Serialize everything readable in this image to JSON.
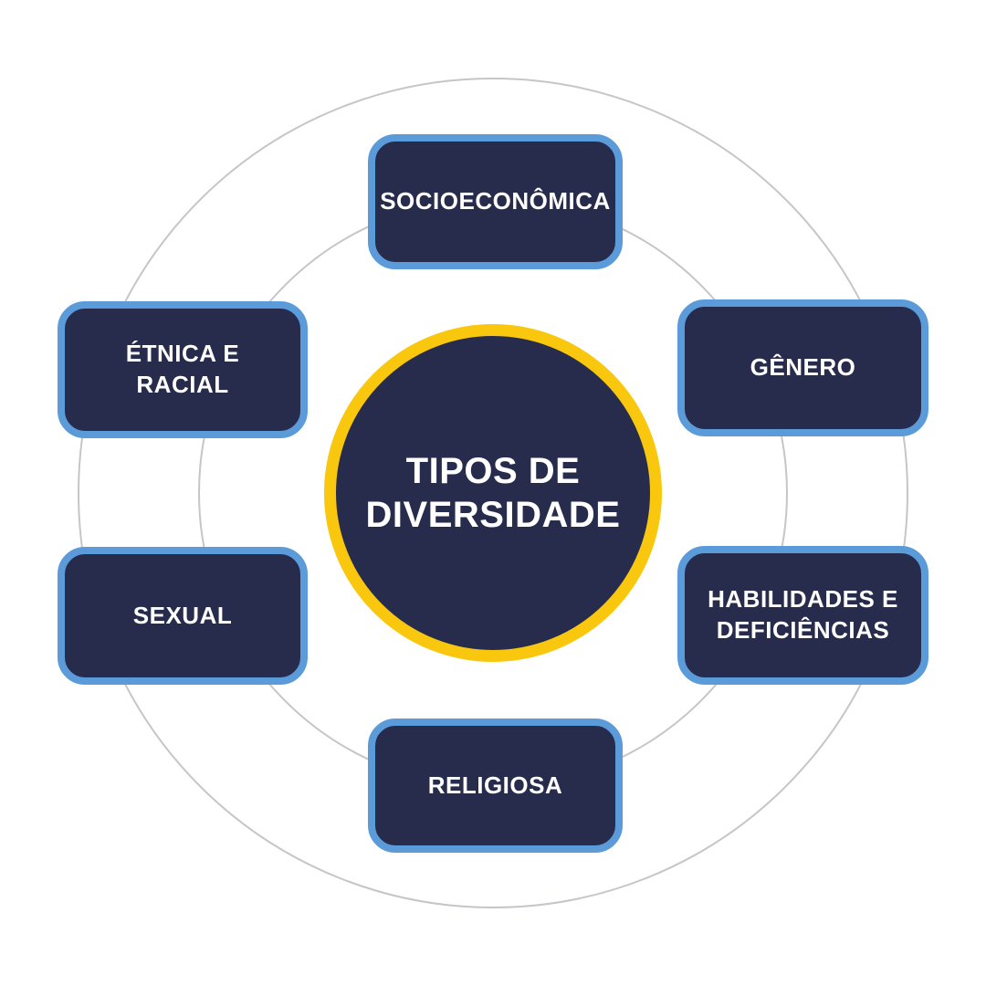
{
  "diagram": {
    "center": {
      "title": "TIPOS DE DIVERSIDADE",
      "title_lines": [
        "TIPOS DE",
        "DIVERSIDADE"
      ]
    },
    "items": [
      {
        "label": "SOCIOECONÔMICA",
        "position": "top"
      },
      {
        "label": "GÊNERO",
        "position": "right-top"
      },
      {
        "label": "HABILIDADES E DEFICIÊNCIAS",
        "position": "right-bottom"
      },
      {
        "label": "RELIGIOSA",
        "position": "bottom"
      },
      {
        "label": "SEXUAL",
        "position": "left-bottom"
      },
      {
        "label": "ÉTNICA E RACIAL",
        "position": "left-top"
      }
    ],
    "colors": {
      "background": "#FFFFFF",
      "navy": "#272B4C",
      "blue_border": "#5B9BD9",
      "yellow_ring": "#F8C70E",
      "circle_gray": "#C6C6CA",
      "text": "#FFFFFF"
    }
  }
}
